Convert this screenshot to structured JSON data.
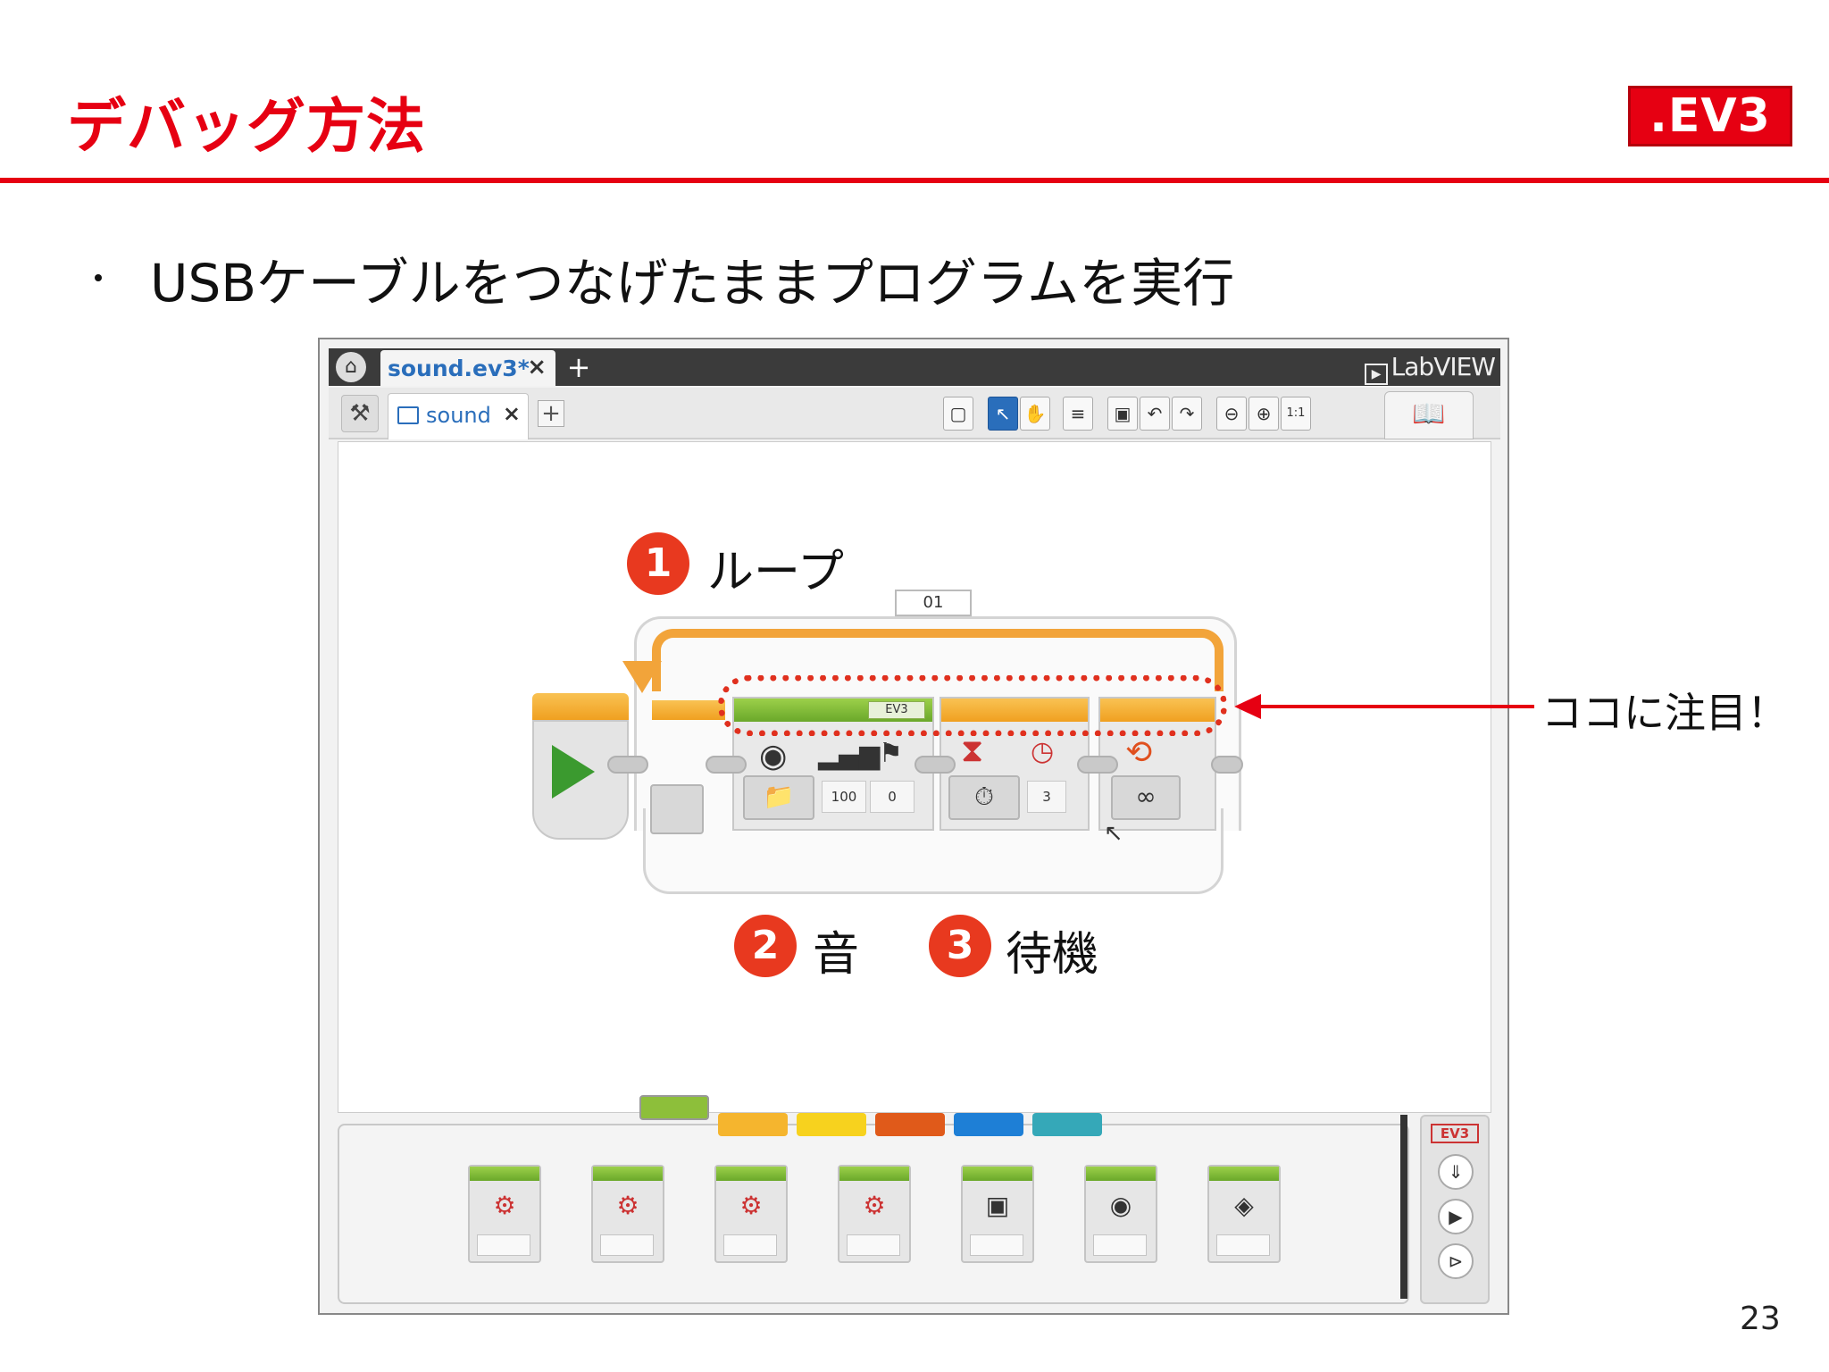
{
  "slide": {
    "title": "デバッグ方法",
    "logo": ".EV3",
    "bullet": "USBケーブルをつなげたままプログラムを実行",
    "page_number": "23",
    "accent_color": "#e60012"
  },
  "app": {
    "file_tab": "sound.ev3*",
    "file_tab_close": "×",
    "add_tab": "+",
    "brand": "LabVIEW",
    "program_tab": "sound",
    "program_tab_close": "×",
    "zoom_reset": "1:1"
  },
  "program": {
    "loop_id": "01",
    "sound_block": {
      "tag": "EV3",
      "volume": "100",
      "play_type": "0"
    },
    "wait_block": {
      "seconds": "3"
    },
    "loop_mode": "∞"
  },
  "callouts": {
    "loop": {
      "number": "1",
      "label": "ループ"
    },
    "sound": {
      "number": "2",
      "label": "音"
    },
    "wait": {
      "number": "3",
      "label": "待機"
    },
    "focus": "ココに注目！"
  },
  "palette": {
    "tab_colors": [
      "#8dbf3a",
      "#f5b52e",
      "#f7d21e",
      "#e05a1a",
      "#1e7fd6",
      "#35a8b8"
    ],
    "side_label": "EV3",
    "block_icons": [
      "motor-icon",
      "motor-icon",
      "motor-icon",
      "motor-icon",
      "display-icon",
      "sound-icon",
      "brick-status-light-icon"
    ]
  }
}
